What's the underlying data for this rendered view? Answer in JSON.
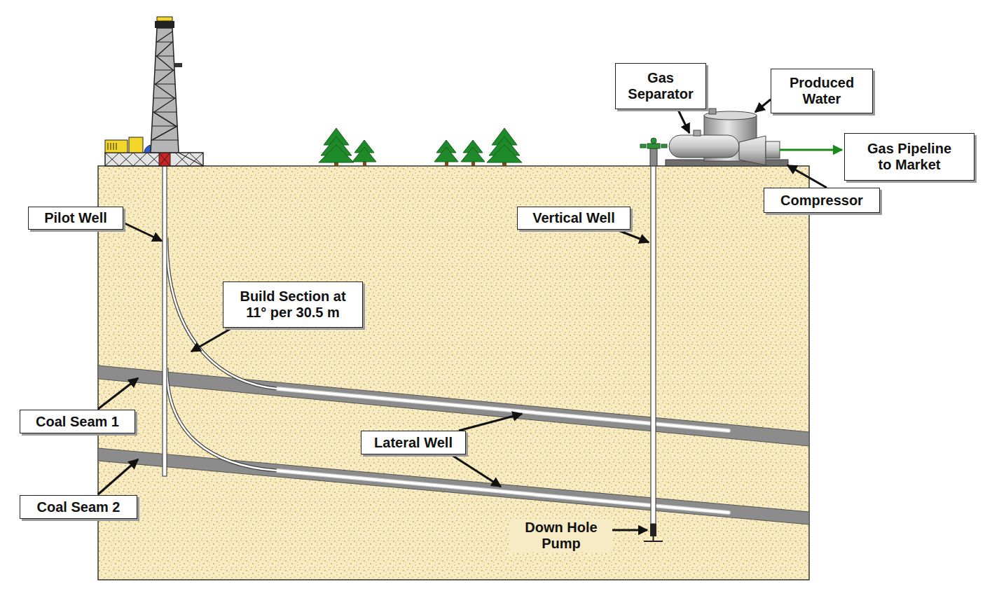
{
  "diagram": {
    "nodes": [
      {
        "text": [
          "Gas Separator"
        ]
      },
      {
        "text": [
          "Produced Water"
        ]
      },
      {
        "text": [
          "Gas Pipeline to Market"
        ]
      },
      {
        "text": [
          "Compressor"
        ]
      },
      {
        "text": [
          "Pilot Well"
        ]
      },
      {
        "text": [
          "Vertical Well"
        ]
      },
      {
        "text": [
          "Build Section at 11° per 30.5 m"
        ]
      },
      {
        "text": [
          "Coal Seam 1"
        ]
      },
      {
        "text": [
          "Lateral Well"
        ]
      },
      {
        "text": [
          "Coal Seam 2"
        ]
      }
    ],
    "labels": [
      "Down Hole Pump"
    ]
  }
}
